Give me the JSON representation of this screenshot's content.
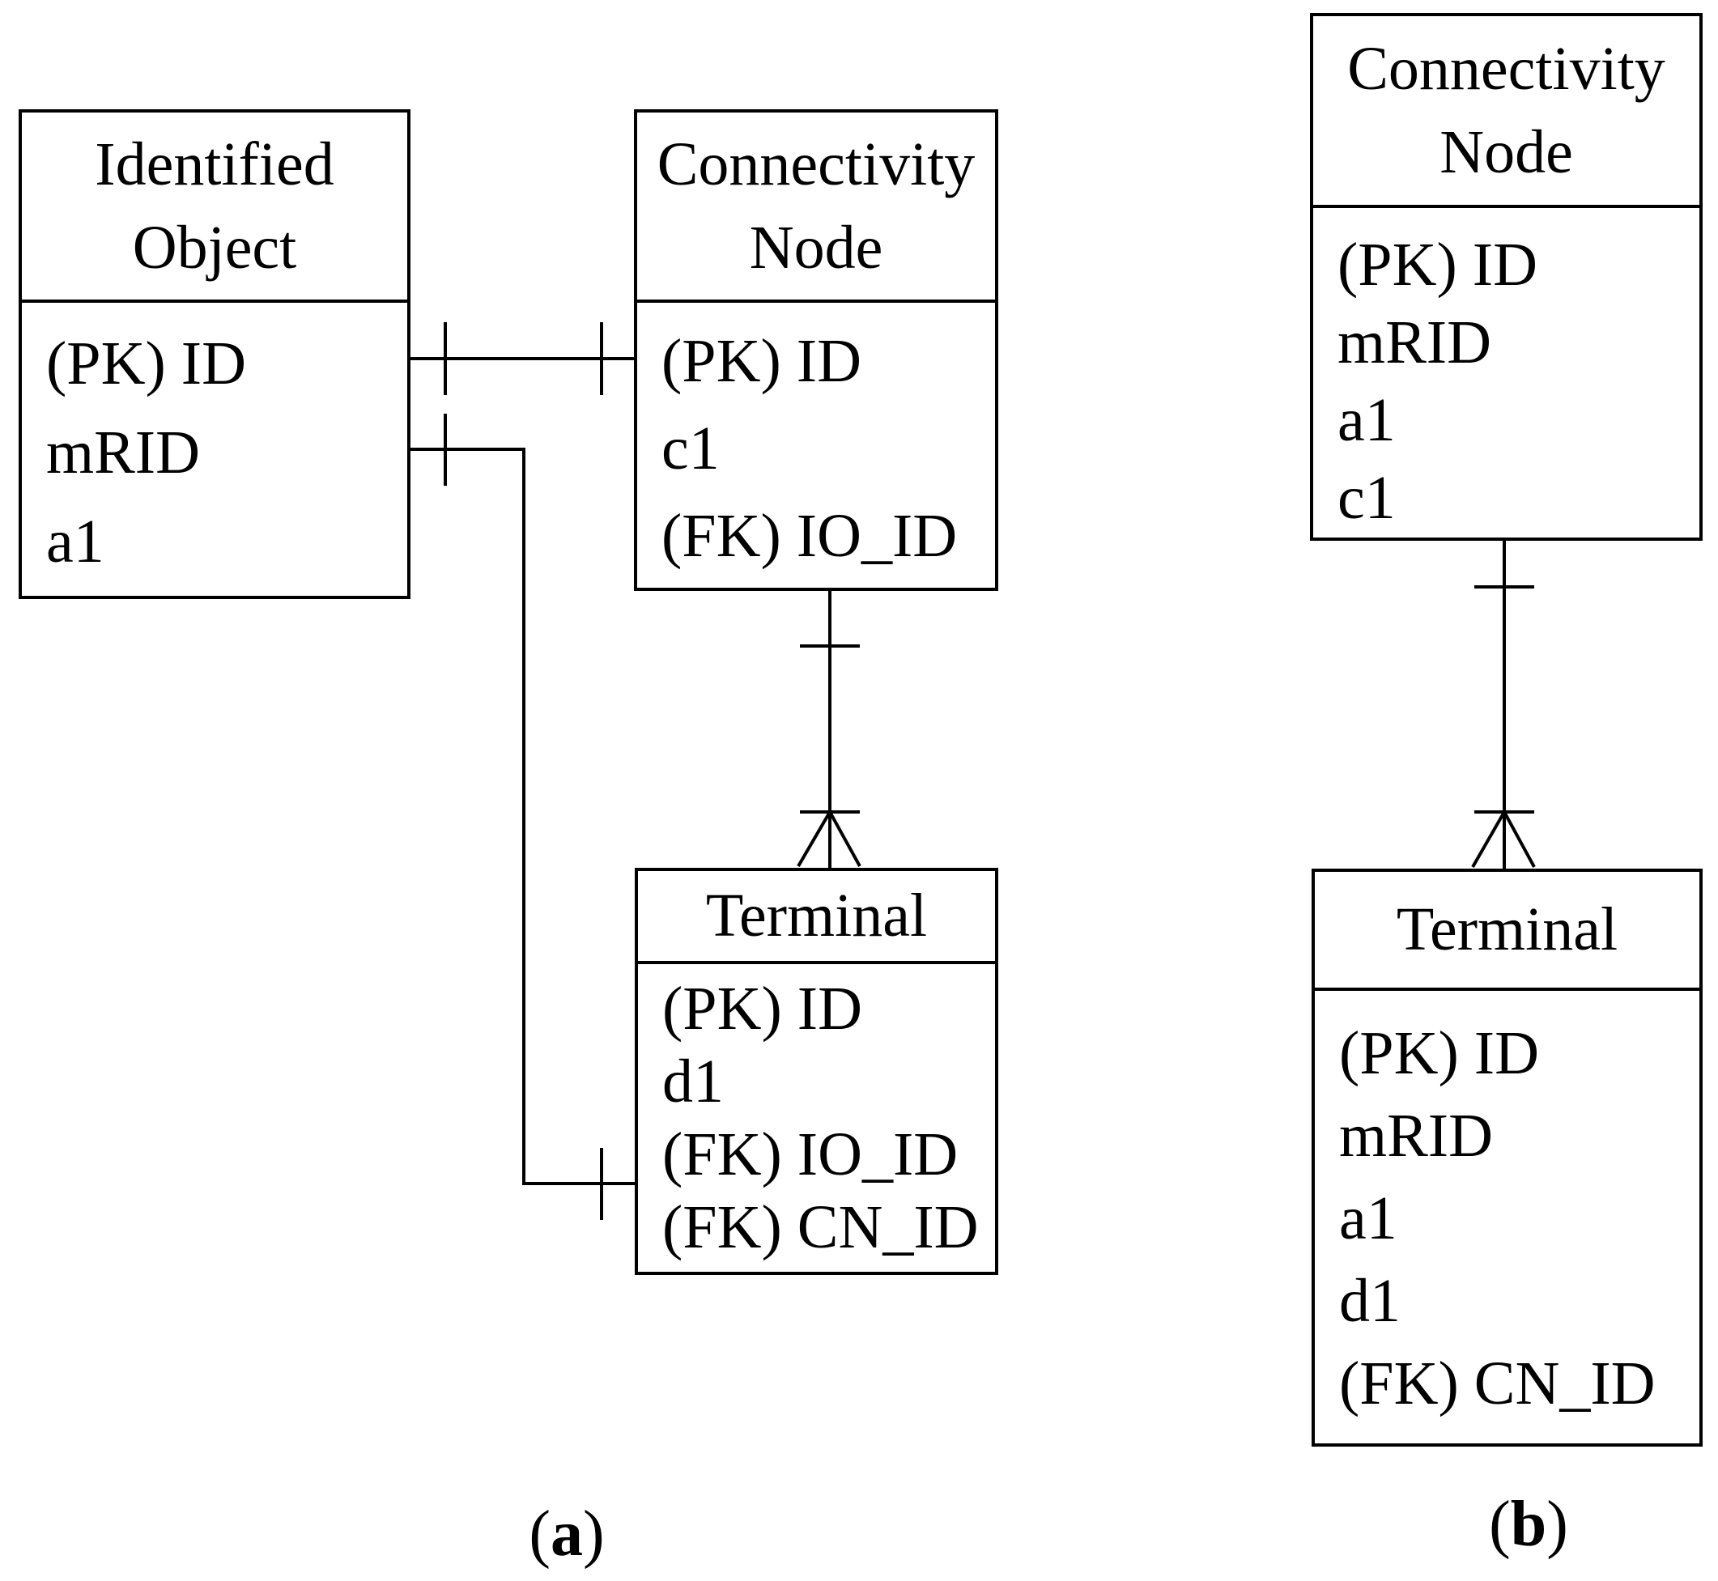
{
  "figure": {
    "type": "entity-relationship-diagram",
    "notation": "crow-foot",
    "colors": {
      "line": "#000000",
      "background": "#ffffff",
      "text": "#000000"
    }
  },
  "panel_a": {
    "caption": {
      "open": "(",
      "label": "a",
      "close": ")"
    },
    "identified_object": {
      "title_lines": [
        "Identified",
        "Object"
      ],
      "attributes": [
        "(PK) ID",
        "mRID",
        "a1"
      ]
    },
    "connectivity_node": {
      "title_lines": [
        "Connectivity",
        "Node"
      ],
      "attributes": [
        "(PK) ID",
        "c1",
        "(FK) IO_ID"
      ]
    },
    "terminal": {
      "title_lines": [
        "Terminal"
      ],
      "attributes": [
        "(PK) ID",
        "d1",
        "(FK) IO_ID",
        "(FK) CN_ID"
      ]
    }
  },
  "panel_b": {
    "caption": {
      "open": "(",
      "label": "b",
      "close": ")"
    },
    "connectivity_node": {
      "title_lines": [
        "Connectivity",
        "Node"
      ],
      "attributes": [
        "(PK) ID",
        "mRID",
        "a1",
        "c1"
      ]
    },
    "terminal": {
      "title_lines": [
        "Terminal"
      ],
      "attributes": [
        "(PK) ID",
        "mRID",
        "a1",
        "d1",
        "(FK) CN_ID"
      ]
    }
  },
  "relationships": [
    {
      "panel": "a",
      "from": "Identified Object",
      "to": "Connectivity Node",
      "from_cardinality": "one",
      "to_cardinality": "one"
    },
    {
      "panel": "a",
      "from": "Identified Object",
      "to": "Terminal",
      "from_cardinality": "one",
      "to_cardinality": "one"
    },
    {
      "panel": "a",
      "from": "Connectivity Node",
      "to": "Terminal",
      "from_cardinality": "one",
      "to_cardinality": "many"
    },
    {
      "panel": "b",
      "from": "Connectivity Node",
      "to": "Terminal",
      "from_cardinality": "one",
      "to_cardinality": "many"
    }
  ]
}
